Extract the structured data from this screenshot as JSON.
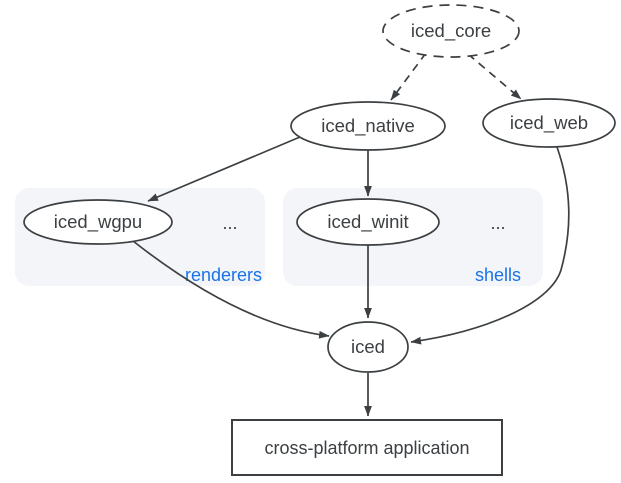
{
  "diagram": {
    "type": "dependency-graph",
    "colors": {
      "background": "#ffffff",
      "node_fill": "#ffffff",
      "node_stroke": "#3c4043",
      "text": "#3c4043",
      "group_fill": "#f3f5f8",
      "group_label_color": "#1a73e8"
    },
    "nodes": {
      "iced_core": {
        "label": "iced_core",
        "shape": "ellipse",
        "border": "dashed"
      },
      "iced_native": {
        "label": "iced_native",
        "shape": "ellipse",
        "border": "solid"
      },
      "iced_web": {
        "label": "iced_web",
        "shape": "ellipse",
        "border": "solid"
      },
      "iced_wgpu": {
        "label": "iced_wgpu",
        "shape": "ellipse",
        "border": "solid"
      },
      "iced_winit": {
        "label": "iced_winit",
        "shape": "ellipse",
        "border": "solid"
      },
      "iced": {
        "label": "iced",
        "shape": "ellipse",
        "border": "solid"
      },
      "application": {
        "label": "cross-platform application",
        "shape": "rectangle",
        "border": "solid"
      }
    },
    "groups": {
      "renderers": {
        "label": "renderers",
        "ellipsis": "...",
        "contains": [
          "iced_wgpu"
        ]
      },
      "shells": {
        "label": "shells",
        "ellipsis": "...",
        "contains": [
          "iced_winit"
        ]
      }
    },
    "edges": [
      {
        "from": "iced_core",
        "to": "iced_native",
        "style": "dashed"
      },
      {
        "from": "iced_core",
        "to": "iced_web",
        "style": "dashed"
      },
      {
        "from": "iced_native",
        "to": "iced_wgpu",
        "style": "solid"
      },
      {
        "from": "iced_native",
        "to": "iced_winit",
        "style": "solid"
      },
      {
        "from": "iced_wgpu",
        "to": "iced",
        "style": "solid"
      },
      {
        "from": "iced_winit",
        "to": "iced",
        "style": "solid"
      },
      {
        "from": "iced_web",
        "to": "iced",
        "style": "solid"
      },
      {
        "from": "iced",
        "to": "application",
        "style": "solid"
      }
    ]
  }
}
